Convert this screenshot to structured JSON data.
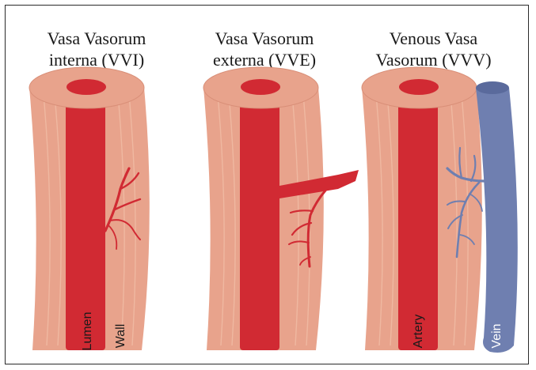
{
  "panels": [
    {
      "title_line1": "Vasa Vasorum",
      "title_line2": "interna (VVI)",
      "labels": [
        "Lumen",
        "Wall"
      ]
    },
    {
      "title_line1": "Vasa Vasorum",
      "title_line2": "externa (VVE)",
      "labels": []
    },
    {
      "title_line1": "Venous Vasa",
      "title_line2": "Vasorum (VVV)",
      "labels": [
        "Artery",
        "Vein"
      ]
    }
  ],
  "colors": {
    "wall": "#e8a38c",
    "wall_edge": "#d98f78",
    "wall_fiber": "#f2c0a8",
    "artery": "#d12a33",
    "vein": "#6f7fb0",
    "label_on_red": "#1a1a1a",
    "label_on_vein": "#ffffff"
  }
}
